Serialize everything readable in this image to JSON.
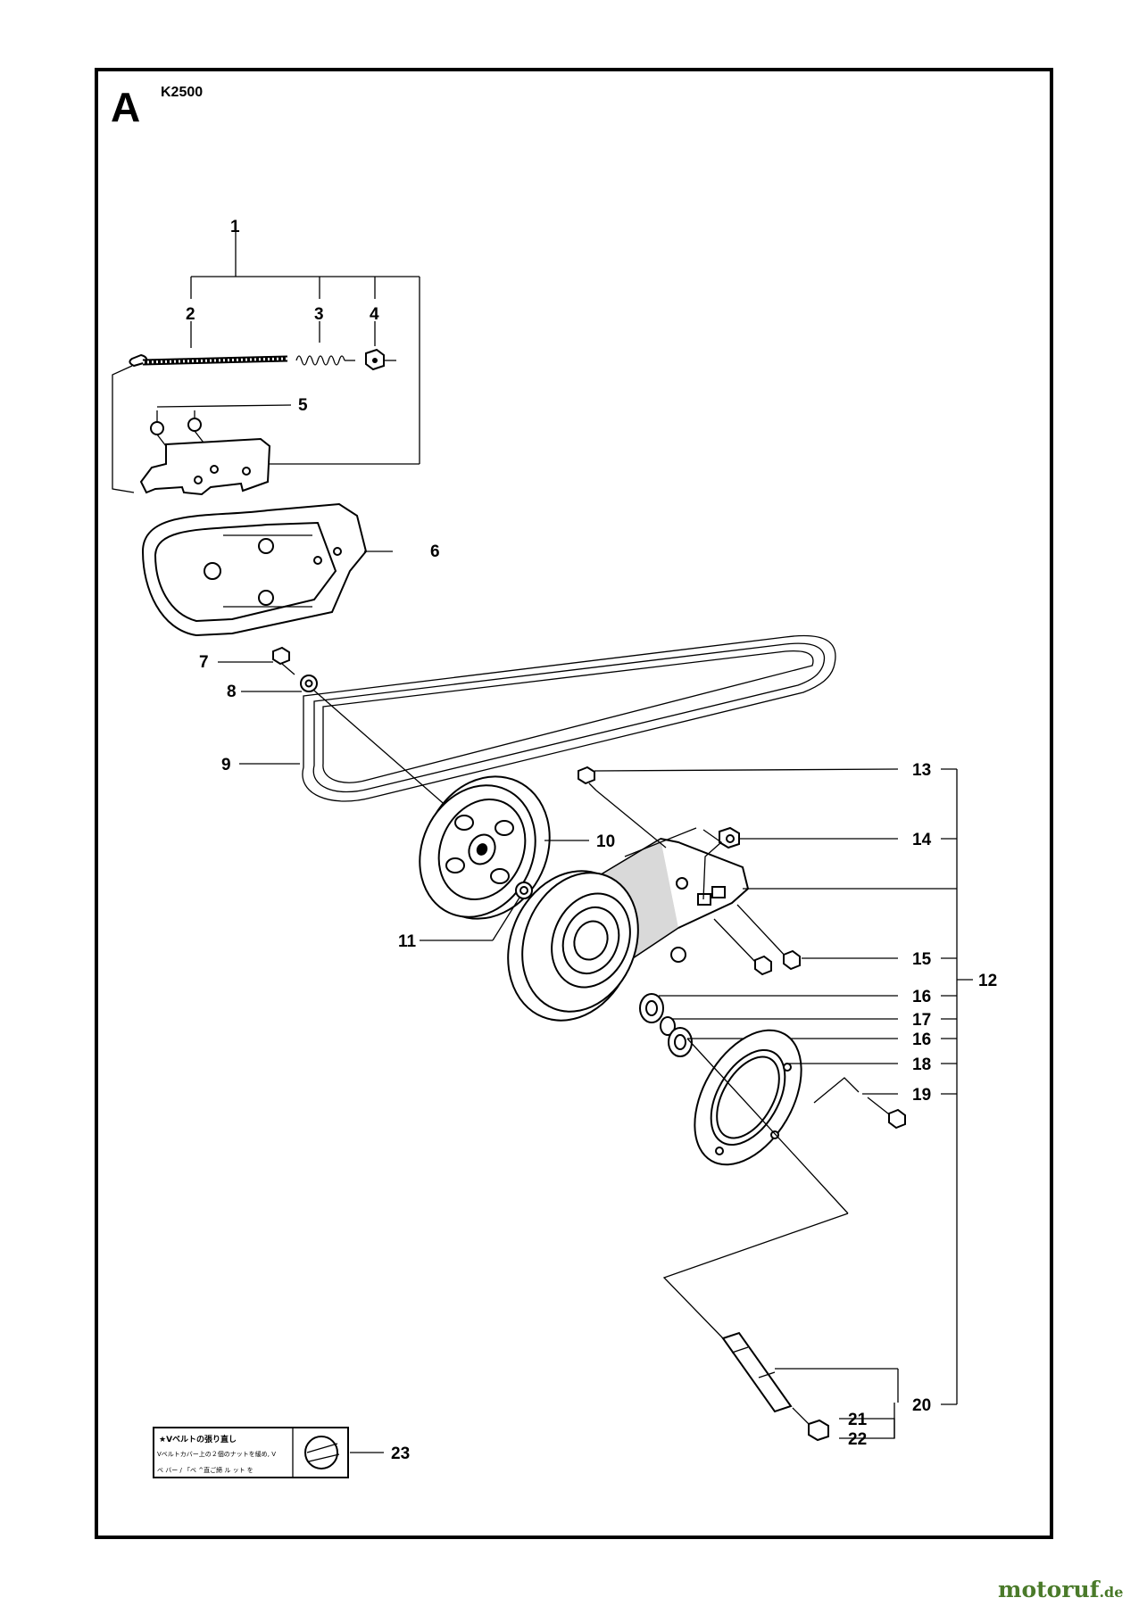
{
  "sheet": {
    "letter": "A",
    "model": "K2500"
  },
  "callouts": [
    "1",
    "2",
    "3",
    "4",
    "5",
    "6",
    "7",
    "8",
    "9",
    "10",
    "11",
    "12",
    "13",
    "14",
    "15",
    "16",
    "17",
    "16",
    "18",
    "19",
    "20",
    "21",
    "22",
    "23"
  ],
  "decal": {
    "line1": "★Vベルトの張り直し",
    "line2": "Vベルトカバー上の２個のナットを緩め, V",
    "line3": "ベ   バー  /  「ベ  ^直ご締 ル  ット を"
  },
  "watermark": {
    "brand": "motoruf",
    "tld": ".de",
    "color_main": "#4a7a2a",
    "color_accent": "#e07a10"
  },
  "colors": {
    "ink": "#000000",
    "background": "#ffffff"
  }
}
